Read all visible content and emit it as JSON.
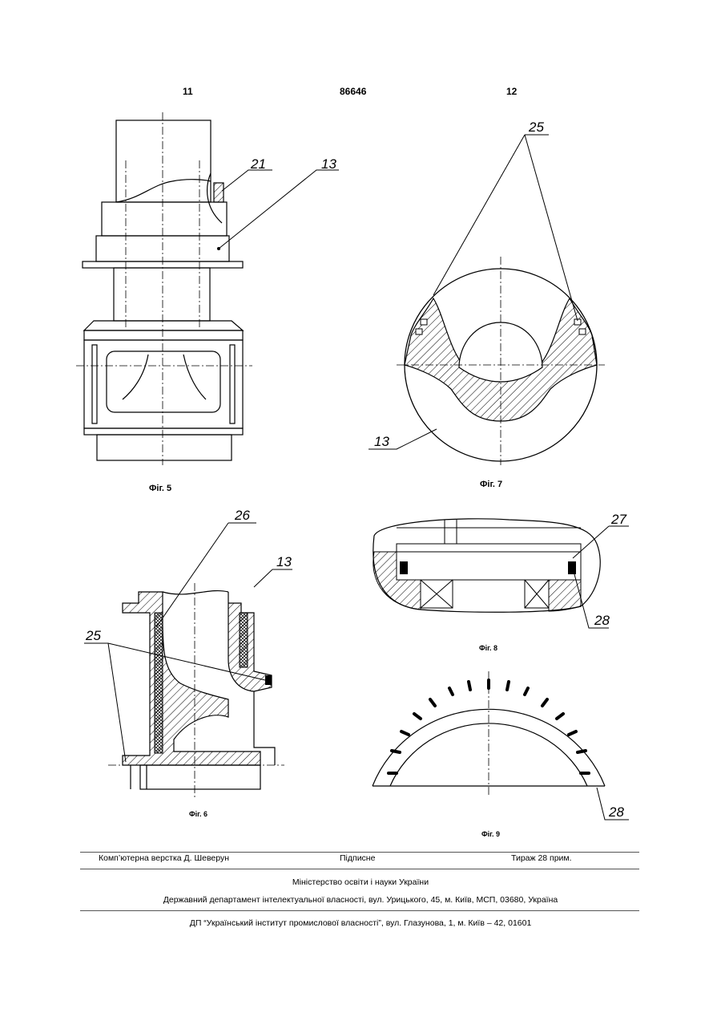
{
  "header": {
    "left_page": "11",
    "patent_number": "86646",
    "right_page": "12"
  },
  "figures": {
    "fig5": {
      "caption": "Фіг. 5",
      "refs": [
        "21",
        "13"
      ]
    },
    "fig6": {
      "caption": "Фіг. 6",
      "refs": [
        "26",
        "13",
        "25"
      ]
    },
    "fig7": {
      "caption": "Фіг. 7",
      "refs": [
        "25",
        "13"
      ]
    },
    "fig8": {
      "caption": "Фіг. 8",
      "refs": [
        "27",
        "28"
      ]
    },
    "fig9": {
      "caption": "Фіг. 9",
      "refs": [
        "28"
      ]
    }
  },
  "footer": {
    "layout_credit": "Комп’ютерна верстка Д. Шеверун",
    "signed": "Підписне",
    "circulation": "Тираж 28 прим.",
    "ministry": "Міністерство освіти і науки України",
    "department": "Державний департамент інтелектуальної власності, вул. Урицького, 45, м. Київ, МСП, 03680, Україна",
    "institute": "ДП “Український інститут промислової власності”, вул. Глазунова, 1, м. Київ – 42, 01601"
  }
}
